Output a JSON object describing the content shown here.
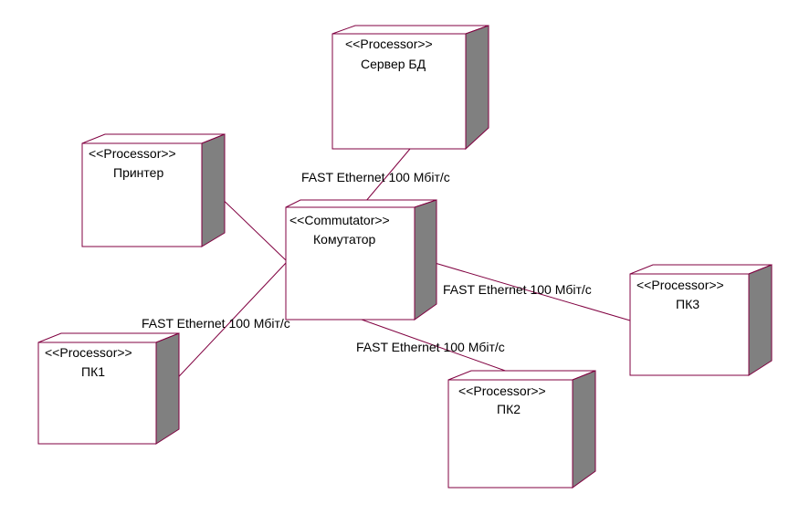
{
  "nodes": {
    "server": {
      "stereotype": "<<Processor>>",
      "name": "Сервер БД"
    },
    "printer": {
      "stereotype": "<<Processor>>",
      "name": "Принтер"
    },
    "commutator": {
      "stereotype": "<<Commutator>>",
      "name": "Комутатор"
    },
    "pc1": {
      "stereotype": "<<Processor>>",
      "name": "ПК1"
    },
    "pc2": {
      "stereotype": "<<Processor>>",
      "name": "ПК2"
    },
    "pc3": {
      "stereotype": "<<Processor>>",
      "name": "ПК3"
    }
  },
  "connections": {
    "server": {
      "label": "FAST Ethernet 100 Мбіт/с"
    },
    "pc1": {
      "label": "FAST Ethernet 100 Мбіт/с"
    },
    "pc2": {
      "label": "FAST Ethernet 100 Мбіт/с"
    },
    "pc3": {
      "label": "FAST Ethernet 100 Мбіт/с"
    }
  },
  "colors": {
    "outline": "#800040",
    "node_side": "#808080",
    "node_front": "#ffffff"
  }
}
